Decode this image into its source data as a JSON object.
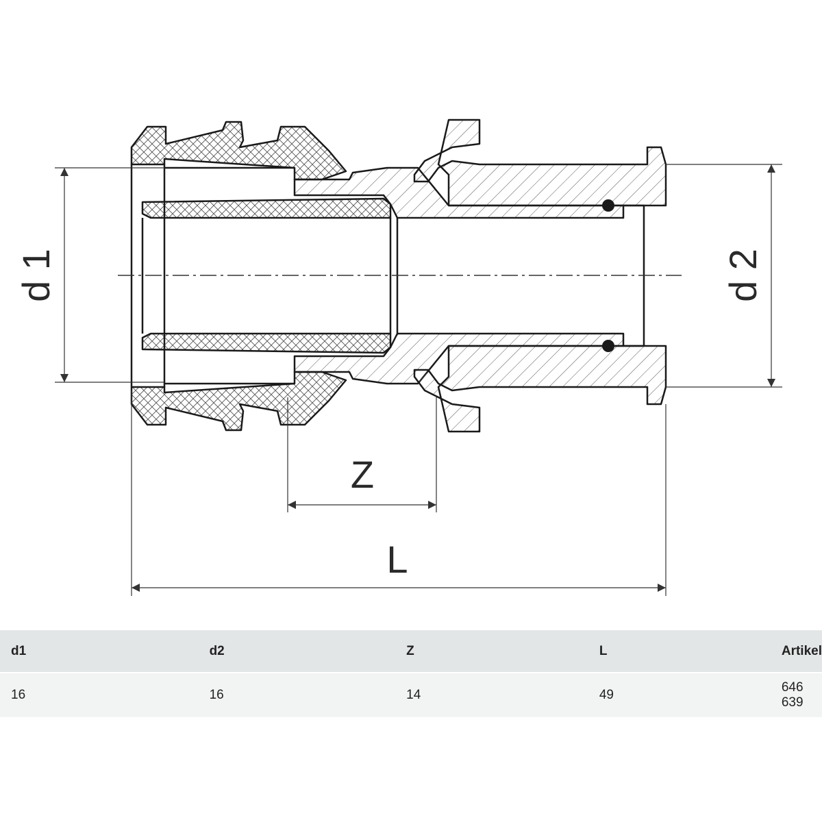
{
  "drawing": {
    "labels": {
      "d1": "d 1",
      "d2": "d 2",
      "z": "Z",
      "l": "L"
    },
    "colors": {
      "line": "#1a1a1a",
      "hatch": "#444444",
      "dim": "#333333"
    }
  },
  "table": {
    "headers": [
      "d1",
      "d2",
      "Z",
      "L",
      "Artikel"
    ],
    "rows": [
      [
        "16",
        "16",
        "14",
        "49",
        "646 639"
      ]
    ],
    "colors": {
      "header_bg": "#e3e6e7",
      "row_bg": "#f2f3f3"
    }
  }
}
